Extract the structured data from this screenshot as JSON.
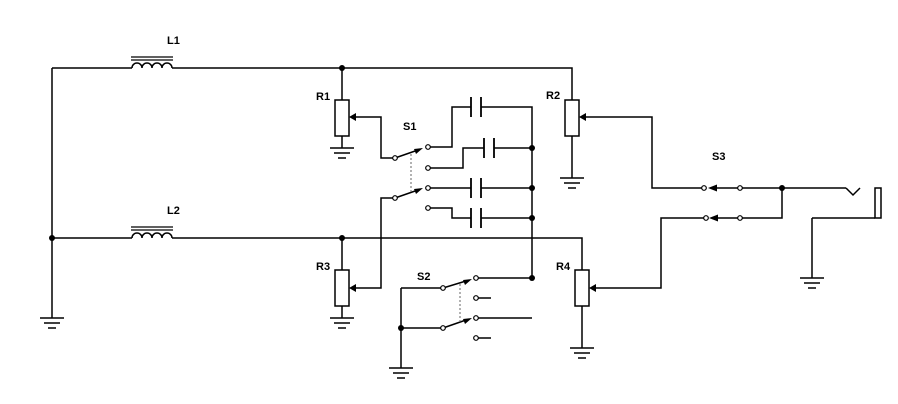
{
  "labels": {
    "L1": "L1",
    "L2": "L2",
    "R1": "R1",
    "R2": "R2",
    "R3": "R3",
    "R4": "R4",
    "S1": "S1",
    "S2": "S2",
    "S3": "S3"
  }
}
